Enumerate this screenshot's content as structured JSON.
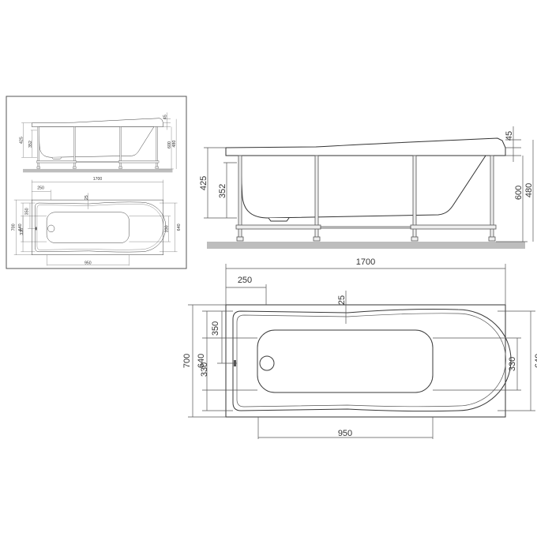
{
  "side_view": {
    "dims": {
      "total_height": "425",
      "inner_depth": "352",
      "rim": "45",
      "overall_height": "480",
      "leg_height": "600"
    }
  },
  "top_view": {
    "dims": {
      "length": "1700",
      "drain_offset": "250",
      "slope": "25",
      "width": "700",
      "inner_width": "640",
      "drain_side": "350",
      "basin_left": "330",
      "basin_right": "330",
      "inner_width_right": "640",
      "basin_length": "950"
    }
  },
  "colors": {
    "line": "#333333",
    "floor": "#bdbdbd",
    "frame": "#555555"
  }
}
